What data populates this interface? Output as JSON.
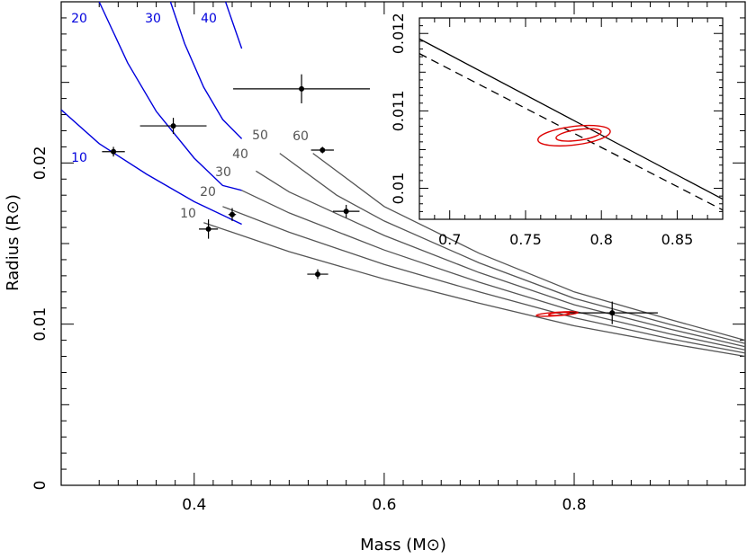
{
  "chart_data": {
    "type": "scatter",
    "xlabel": "Mass (M⊙)",
    "ylabel": "Radius (R⊙)",
    "xlim": [
      0.26,
      0.98
    ],
    "ylim": [
      0.0,
      0.03
    ],
    "x_ticks": [
      "0.4",
      "0.6",
      "0.8"
    ],
    "x_tick_values": [
      0.4,
      0.6,
      0.8
    ],
    "y_ticks": [
      "0",
      "0.01",
      "0.02"
    ],
    "y_tick_values": [
      0.0,
      0.01,
      0.02
    ],
    "colors": {
      "blue": "#0000dd",
      "grey": "#555555",
      "red": "#dd0000",
      "black": "#000000"
    },
    "blue_curves": [
      {
        "label": "10",
        "x": [
          0.26,
          0.3,
          0.35,
          0.4,
          0.45
        ],
        "y": [
          0.0233,
          0.0212,
          0.0193,
          0.0176,
          0.0162
        ]
      },
      {
        "label": "20",
        "x": [
          0.3,
          0.33,
          0.36,
          0.4,
          0.43,
          0.45
        ],
        "y": [
          0.03,
          0.0262,
          0.0232,
          0.0203,
          0.0186,
          0.0183
        ]
      },
      {
        "label": "30",
        "x": [
          0.375,
          0.39,
          0.41,
          0.43,
          0.45
        ],
        "y": [
          0.03,
          0.0274,
          0.0247,
          0.0227,
          0.0215
        ]
      },
      {
        "label": "40",
        "x": [
          0.433,
          0.44,
          0.45
        ],
        "y": [
          0.03,
          0.0288,
          0.0271
        ]
      }
    ],
    "grey_curves": [
      {
        "label": "10",
        "x": [
          0.41,
          0.5,
          0.6,
          0.7,
          0.8,
          0.9,
          0.98
        ],
        "y": [
          0.0163,
          0.0145,
          0.0128,
          0.0113,
          0.0099,
          0.0088,
          0.008
        ]
      },
      {
        "label": "20",
        "x": [
          0.43,
          0.5,
          0.6,
          0.7,
          0.8,
          0.9,
          0.98
        ],
        "y": [
          0.0173,
          0.0157,
          0.0137,
          0.012,
          0.0104,
          0.0091,
          0.0082
        ]
      },
      {
        "label": "30",
        "x": [
          0.45,
          0.5,
          0.6,
          0.7,
          0.8,
          0.9,
          0.98
        ],
        "y": [
          0.0183,
          0.0169,
          0.0146,
          0.0126,
          0.0108,
          0.0094,
          0.0084
        ]
      },
      {
        "label": "40",
        "x": [
          0.465,
          0.5,
          0.6,
          0.7,
          0.8,
          0.9,
          0.98
        ],
        "y": [
          0.0195,
          0.0182,
          0.0155,
          0.0132,
          0.0112,
          0.0097,
          0.0086
        ]
      },
      {
        "label": "50",
        "x": [
          0.49,
          0.55,
          0.6,
          0.7,
          0.8,
          0.9,
          0.98
        ],
        "y": [
          0.0206,
          0.018,
          0.0164,
          0.0138,
          0.0116,
          0.01,
          0.0088
        ]
      },
      {
        "label": "60",
        "x": [
          0.525,
          0.6,
          0.7,
          0.8,
          0.9,
          0.98
        ],
        "y": [
          0.0206,
          0.0173,
          0.0144,
          0.012,
          0.0103,
          0.009
        ]
      }
    ],
    "data_points": [
      {
        "x": 0.315,
        "y": 0.0207,
        "xerr": 0.012,
        "yerr": 0.0003
      },
      {
        "x": 0.378,
        "y": 0.0223,
        "xerr": 0.035,
        "yerr": 0.0005
      },
      {
        "x": 0.415,
        "y": 0.0159,
        "xerr": 0.01,
        "yerr": 0.0006
      },
      {
        "x": 0.44,
        "y": 0.0168,
        "xerr": 0.004,
        "yerr": 0.0004
      },
      {
        "x": 0.513,
        "y": 0.0246,
        "xerr": 0.072,
        "yerr": 0.0009
      },
      {
        "x": 0.53,
        "y": 0.0131,
        "xerr": 0.011,
        "yerr": 0.0003
      },
      {
        "x": 0.535,
        "y": 0.0208,
        "xerr": 0.012,
        "yerr": 0.0002
      },
      {
        "x": 0.56,
        "y": 0.017,
        "xerr": 0.014,
        "yerr": 0.0004
      },
      {
        "x": 0.84,
        "y": 0.0107,
        "xerr": 0.048,
        "yerr": 0.0007
      }
    ],
    "contours": [
      {
        "cx": 0.782,
        "cy": 0.01063,
        "rx": 0.022,
        "ry": 0.00011
      },
      {
        "cx": 0.784,
        "cy": 0.01063,
        "rx": 0.011,
        "ry": 6e-05
      }
    ],
    "inset": {
      "xlim": [
        0.68,
        0.88
      ],
      "ylim": [
        0.0096,
        0.0122
      ],
      "x_ticks": [
        "0.7",
        "0.75",
        "0.8",
        "0.85"
      ],
      "x_tick_values": [
        0.7,
        0.75,
        0.8,
        0.85
      ],
      "y_ticks": [
        "0.01",
        "0.011",
        "0.012"
      ],
      "y_tick_values": [
        0.01,
        0.011,
        0.012
      ],
      "solid_line": {
        "x": [
          0.68,
          0.88
        ],
        "y": [
          0.01193,
          0.00986
        ]
      },
      "dashed_line": {
        "x": [
          0.68,
          0.88
        ],
        "y": [
          0.01174,
          0.00972
        ]
      },
      "contours": [
        {
          "cx": 0.782,
          "cy": 0.01068,
          "rx": 0.024,
          "ry": 0.00012,
          "rot": -7
        },
        {
          "cx": 0.785,
          "cy": 0.01069,
          "rx": 0.015,
          "ry": 7e-05,
          "rot": -8
        }
      ]
    }
  }
}
